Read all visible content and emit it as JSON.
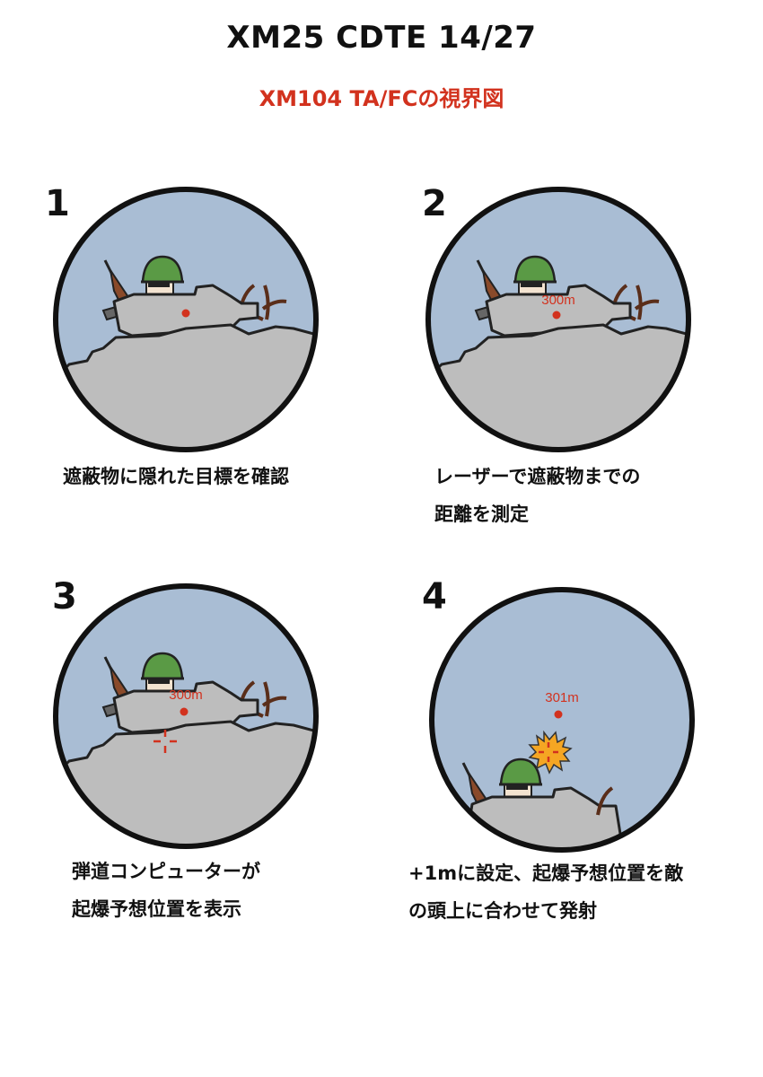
{
  "title": "XM25 CDTE 14/27",
  "subtitle": "XM104 TA/FCの視界図",
  "colors": {
    "accent_red": "#d2321e",
    "sky": "#a9bdd4",
    "wall": "#bdbdbd",
    "helmet": "#5a9a45",
    "burst": "#f5a623"
  },
  "panels": [
    {
      "number": "1",
      "range_label": "",
      "caption_lines": [
        "遮蔽物に隠れた目標を確認"
      ]
    },
    {
      "number": "2",
      "range_label": "300m",
      "caption_lines": [
        "レーザーで遮蔽物までの",
        "距離を測定"
      ]
    },
    {
      "number": "3",
      "range_label": "300m",
      "caption_lines": [
        "弾道コンピューターが",
        "起爆予想位置を表示"
      ]
    },
    {
      "number": "4",
      "range_label": "301m",
      "caption_lines": [
        "+1mに設定、起爆予想位置を敵",
        "の頭上に合わせて発射"
      ]
    }
  ]
}
